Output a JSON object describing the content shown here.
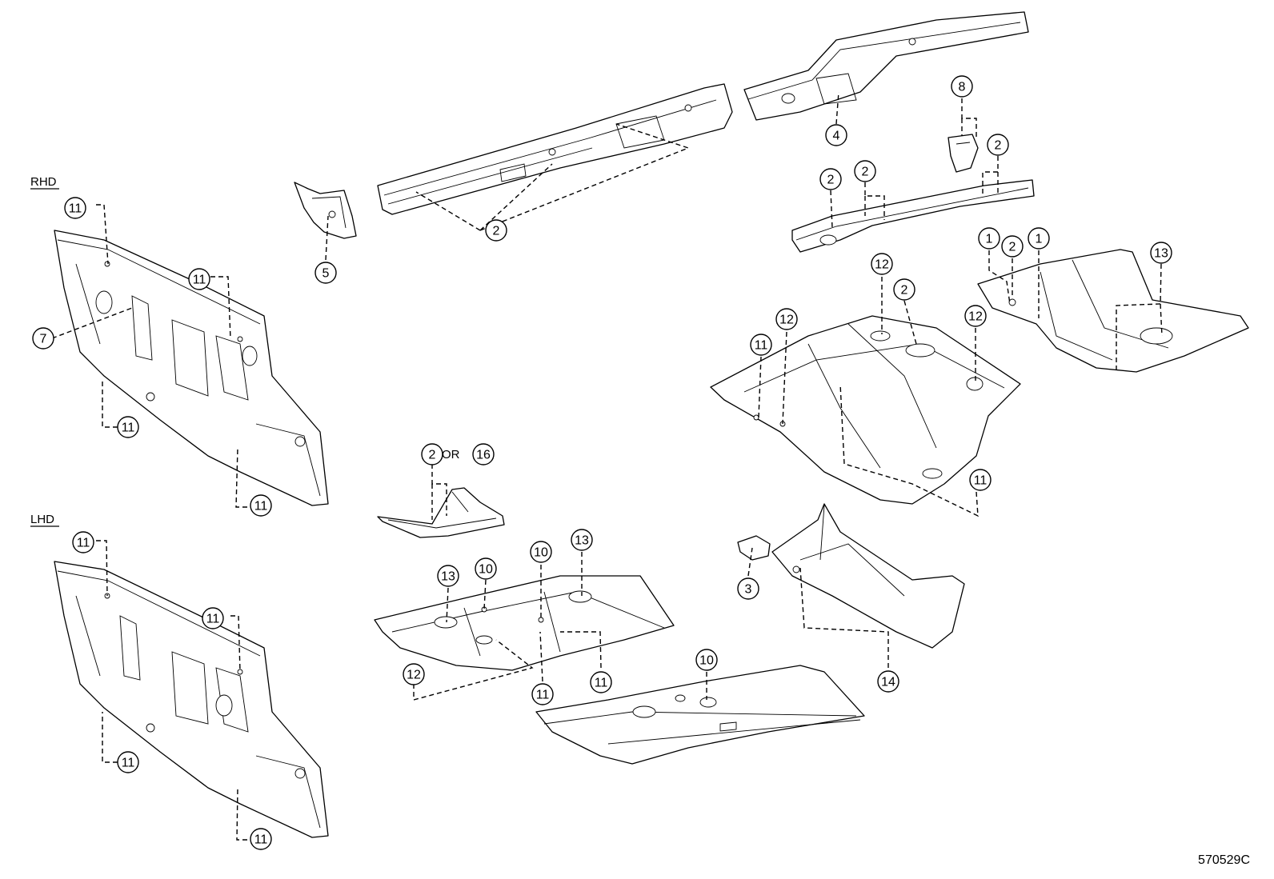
{
  "labels": {
    "rhd": "RHD",
    "lhd": "LHD",
    "or_text": "OR",
    "diagram_code": "570529C"
  },
  "callouts": [
    {
      "id": "c-11-rhd-top",
      "n": "11"
    },
    {
      "id": "c-7",
      "n": "7"
    },
    {
      "id": "c-11-rhd-mid",
      "n": "11"
    },
    {
      "id": "c-11-rhd-lower",
      "n": "11"
    },
    {
      "id": "c-11-rhd-bottom",
      "n": "11"
    },
    {
      "id": "c-11-lhd-top",
      "n": "11"
    },
    {
      "id": "c-11-lhd-mid",
      "n": "11"
    },
    {
      "id": "c-11-lhd-lower",
      "n": "11"
    },
    {
      "id": "c-11-lhd-bottom",
      "n": "11"
    },
    {
      "id": "c-5",
      "n": "5"
    },
    {
      "id": "c-2-rail",
      "n": "2"
    },
    {
      "id": "c-4",
      "n": "4"
    },
    {
      "id": "c-8",
      "n": "8"
    },
    {
      "id": "c-2-rr-a",
      "n": "2"
    },
    {
      "id": "c-2-rr-b",
      "n": "2"
    },
    {
      "id": "c-2-rr-c",
      "n": "2"
    },
    {
      "id": "c-1-a",
      "n": "1"
    },
    {
      "id": "c-2-pan",
      "n": "2"
    },
    {
      "id": "c-1-b",
      "n": "1"
    },
    {
      "id": "c-13-pan",
      "n": "13"
    },
    {
      "id": "c-12-floor-a",
      "n": "12"
    },
    {
      "id": "c-2-floor",
      "n": "2"
    },
    {
      "id": "c-12-floor-b",
      "n": "12"
    },
    {
      "id": "c-11-floor",
      "n": "11"
    },
    {
      "id": "c-12-floor-c",
      "n": "12"
    },
    {
      "id": "c-11-floor-low",
      "n": "11"
    },
    {
      "id": "c-2-or",
      "n": "2"
    },
    {
      "id": "c-16-or",
      "n": "16"
    },
    {
      "id": "c-3",
      "n": "3"
    },
    {
      "id": "c-14",
      "n": "14"
    },
    {
      "id": "c-10-a",
      "n": "10"
    },
    {
      "id": "c-13-center",
      "n": "13"
    },
    {
      "id": "c-10-b",
      "n": "10"
    },
    {
      "id": "c-13-b",
      "n": "13"
    },
    {
      "id": "c-12-center",
      "n": "12"
    },
    {
      "id": "c-11-center-a",
      "n": "11"
    },
    {
      "id": "c-11-center-b",
      "n": "11"
    },
    {
      "id": "c-10-front",
      "n": "10"
    }
  ]
}
